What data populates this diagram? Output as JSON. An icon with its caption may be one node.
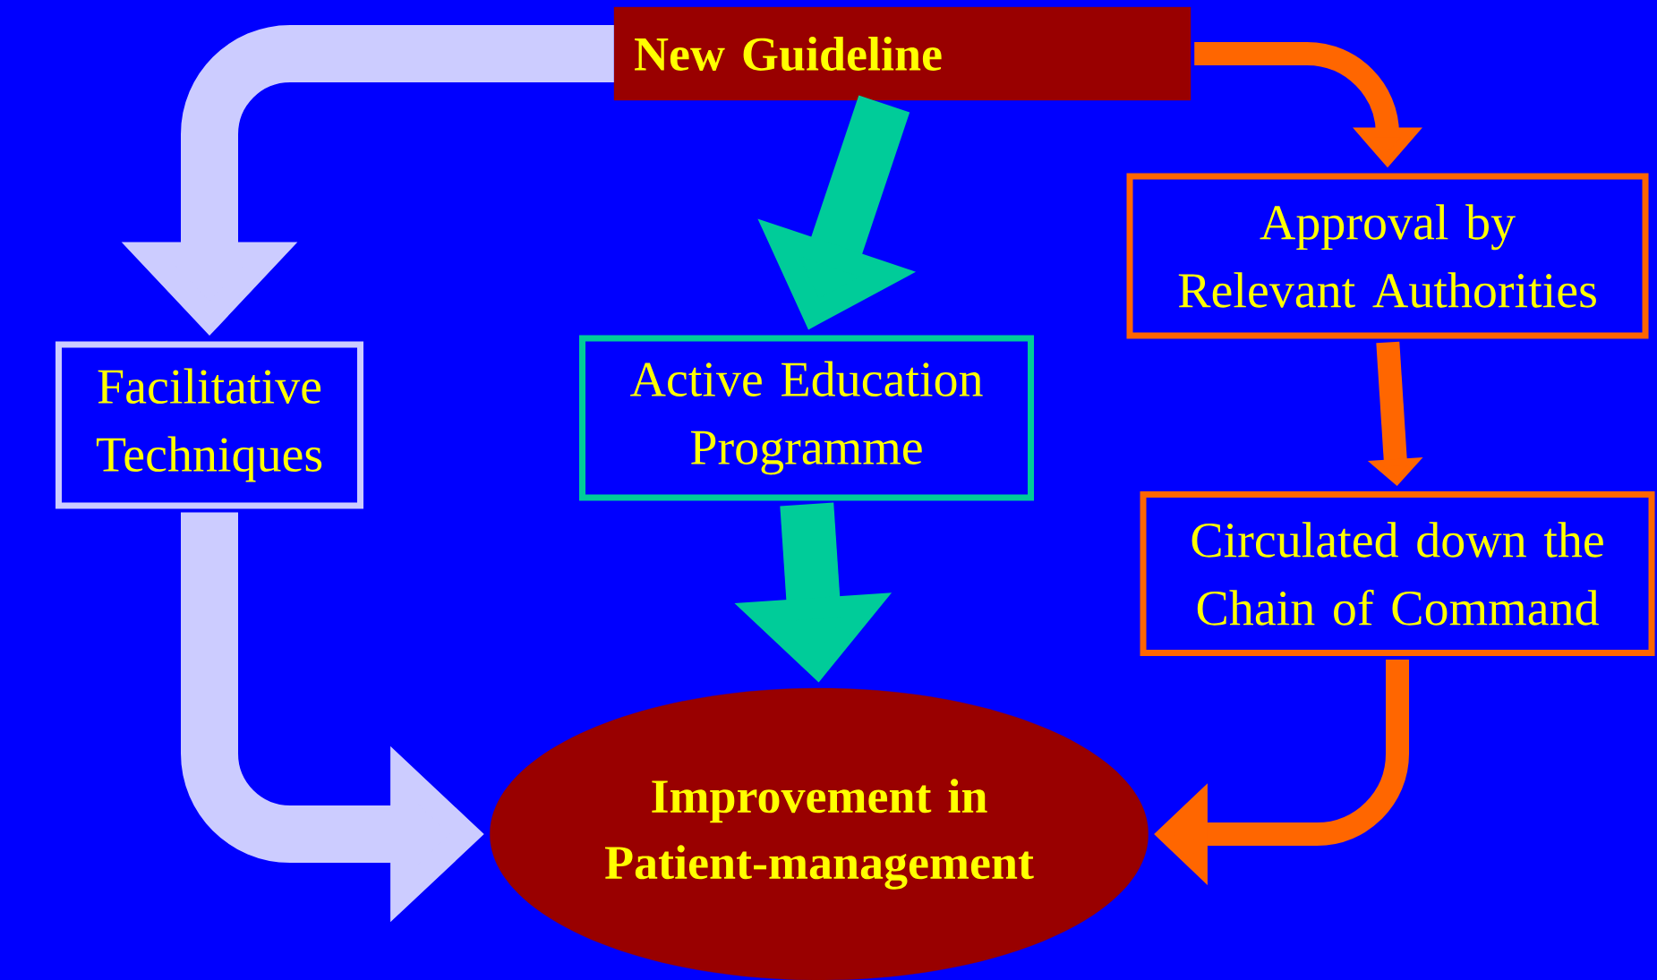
{
  "diagram": {
    "nodes": [
      {
        "text": [
          "New Guideline"
        ]
      },
      {
        "text": [
          "Facilitative Techniques"
        ]
      },
      {
        "text": [
          "Active Education Programme"
        ]
      },
      {
        "text": [
          "Approval by Relevant Authorities"
        ]
      },
      {
        "text": [
          "Circulated down the Chain of Command"
        ]
      },
      {
        "text": [
          "Improvement in Patient-management"
        ]
      }
    ],
    "edges": [
      {
        "from": 0,
        "to": 1,
        "arrow": "to",
        "color": "#ccccff"
      },
      {
        "from": 0,
        "to": 2,
        "arrow": "to",
        "color": "#00cc99"
      },
      {
        "from": 0,
        "to": 3,
        "arrow": "to"
      },
      {
        "from": 3,
        "to": 4,
        "arrow": "to"
      },
      {
        "from": 1,
        "to": 5,
        "arrow": "to",
        "color": "#ccccff"
      },
      {
        "from": 2,
        "to": 5,
        "arrow": "to",
        "color": "#00cc99"
      },
      {
        "from": 4,
        "to": 5,
        "arrow": "to"
      }
    ]
  }
}
